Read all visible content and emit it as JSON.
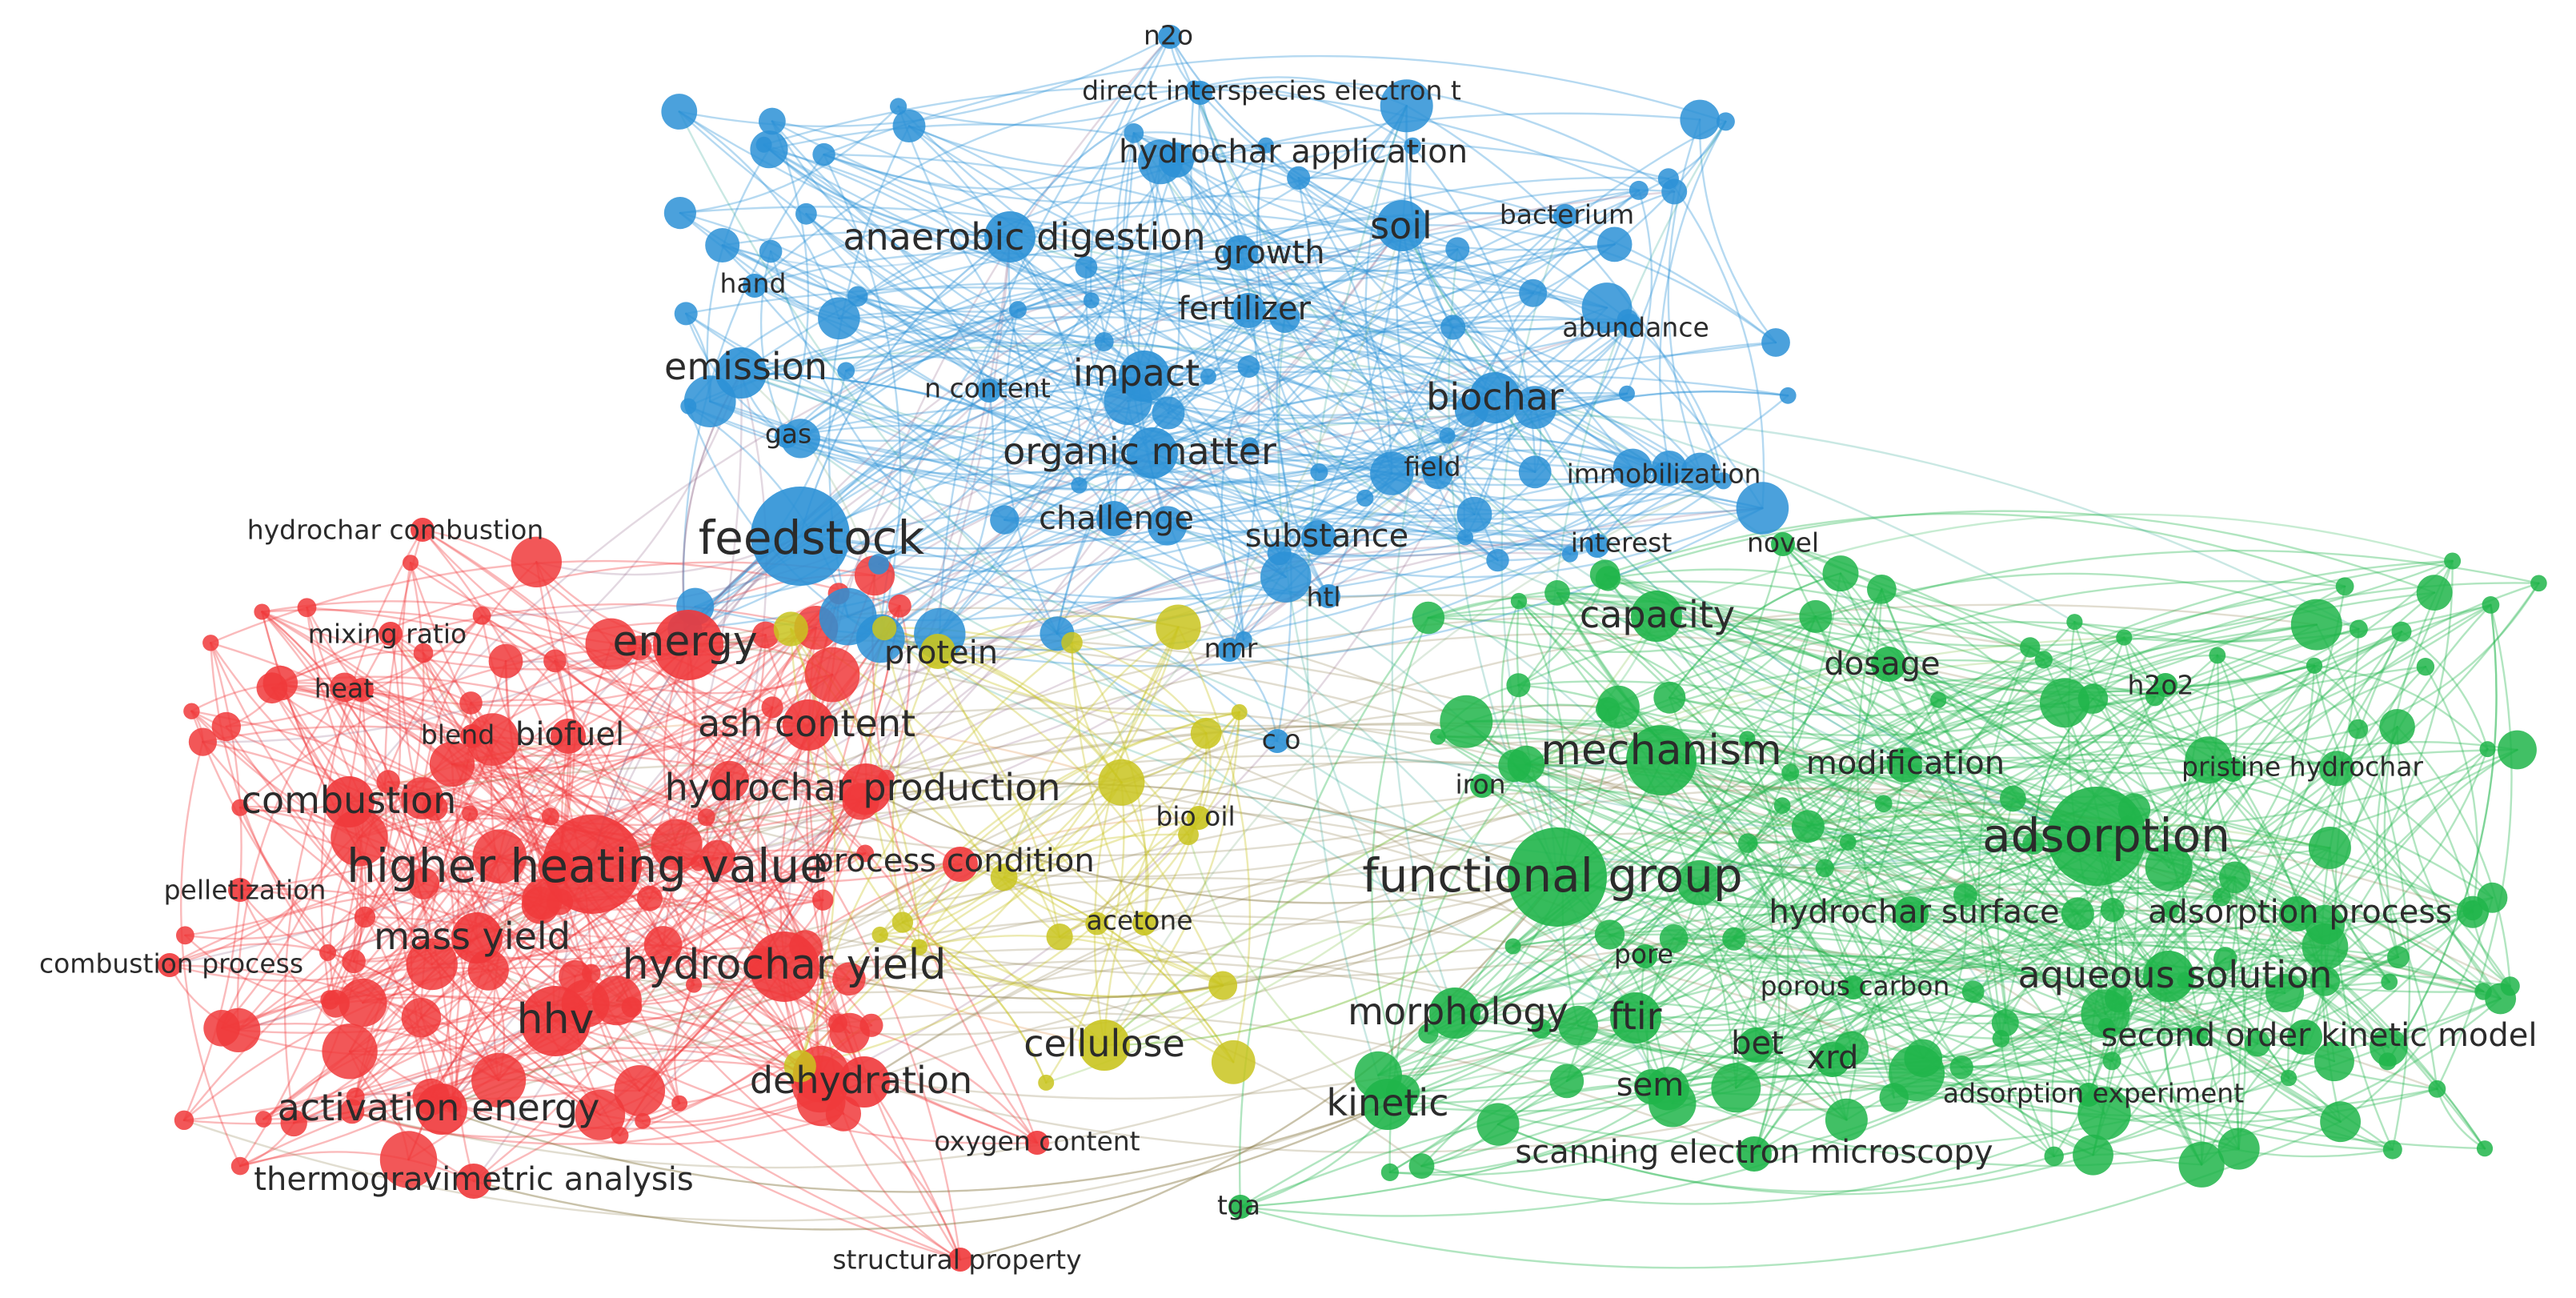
{
  "network": {
    "clusters": [
      {
        "id": "red",
        "color": "#f0393b"
      },
      {
        "id": "green",
        "color": "#20b54a"
      },
      {
        "id": "blue",
        "color": "#2c91d6"
      },
      {
        "id": "yellow",
        "color": "#c9c41f"
      }
    ],
    "keywords": [
      {
        "id": "n2o",
        "label": "n2o",
        "cluster": "blue",
        "weight": 1
      },
      {
        "id": "diet",
        "label": "direct interspecies electron t",
        "cluster": "blue",
        "weight": 1
      },
      {
        "id": "happ",
        "label": "hydrochar application",
        "cluster": "blue",
        "weight": 2
      },
      {
        "id": "bact",
        "label": "bacterium",
        "cluster": "blue",
        "weight": 1
      },
      {
        "id": "anad",
        "label": "anaerobic digestion",
        "cluster": "blue",
        "weight": 3
      },
      {
        "id": "soil",
        "label": "soil",
        "cluster": "blue",
        "weight": 3
      },
      {
        "id": "grow",
        "label": "growth",
        "cluster": "blue",
        "weight": 2
      },
      {
        "id": "hand",
        "label": "hand",
        "cluster": "blue",
        "weight": 1
      },
      {
        "id": "fert",
        "label": "fertilizer",
        "cluster": "blue",
        "weight": 2
      },
      {
        "id": "abun",
        "label": "abundance",
        "cluster": "blue",
        "weight": 1
      },
      {
        "id": "emis",
        "label": "emission",
        "cluster": "blue",
        "weight": 3
      },
      {
        "id": "impa",
        "label": "impact",
        "cluster": "blue",
        "weight": 3
      },
      {
        "id": "ncon",
        "label": "n content",
        "cluster": "blue",
        "weight": 1
      },
      {
        "id": "bioc",
        "label": "biochar",
        "cluster": "blue",
        "weight": 3
      },
      {
        "id": "gas",
        "label": "gas",
        "cluster": "blue",
        "weight": 1
      },
      {
        "id": "orgm",
        "label": "organic matter",
        "cluster": "blue",
        "weight": 3
      },
      {
        "id": "fiel",
        "label": "field",
        "cluster": "blue",
        "weight": 1
      },
      {
        "id": "immo",
        "label": "immobilization",
        "cluster": "blue",
        "weight": 1
      },
      {
        "id": "feed",
        "label": "feedstock",
        "cluster": "blue",
        "weight": 5
      },
      {
        "id": "chal",
        "label": "challenge",
        "cluster": "blue",
        "weight": 2
      },
      {
        "id": "subs",
        "label": "substance",
        "cluster": "blue",
        "weight": 2
      },
      {
        "id": "inte",
        "label": "interest",
        "cluster": "blue",
        "weight": 1
      },
      {
        "id": "htl",
        "label": "htl",
        "cluster": "blue",
        "weight": 1
      },
      {
        "id": "nmr",
        "label": "nmr",
        "cluster": "blue",
        "weight": 1
      },
      {
        "id": "co",
        "label": "c o",
        "cluster": "blue",
        "weight": 1
      },
      {
        "id": "nove",
        "label": "novel",
        "cluster": "green",
        "weight": 1
      },
      {
        "id": "capa",
        "label": "capacity",
        "cluster": "green",
        "weight": 3
      },
      {
        "id": "dosa",
        "label": "dosage",
        "cluster": "green",
        "weight": 2
      },
      {
        "id": "h2o2",
        "label": "h2o2",
        "cluster": "green",
        "weight": 1
      },
      {
        "id": "mech",
        "label": "mechanism",
        "cluster": "green",
        "weight": 4
      },
      {
        "id": "modi",
        "label": "modification",
        "cluster": "green",
        "weight": 2
      },
      {
        "id": "prhy",
        "label": "pristine hydrochar",
        "cluster": "green",
        "weight": 1
      },
      {
        "id": "iron",
        "label": "iron",
        "cluster": "green",
        "weight": 1
      },
      {
        "id": "adso",
        "label": "adsorption",
        "cluster": "green",
        "weight": 5
      },
      {
        "id": "fung",
        "label": "functional group",
        "cluster": "green",
        "weight": 5
      },
      {
        "id": "hsur",
        "label": "hydrochar surface",
        "cluster": "green",
        "weight": 2
      },
      {
        "id": "adpr",
        "label": "adsorption process",
        "cluster": "green",
        "weight": 2
      },
      {
        "id": "pore",
        "label": "pore",
        "cluster": "green",
        "weight": 1
      },
      {
        "id": "aqso",
        "label": "aqueous solution",
        "cluster": "green",
        "weight": 3
      },
      {
        "id": "poca",
        "label": "porous carbon",
        "cluster": "green",
        "weight": 1
      },
      {
        "id": "morp",
        "label": "morphology",
        "cluster": "green",
        "weight": 3
      },
      {
        "id": "ftir",
        "label": "ftir",
        "cluster": "green",
        "weight": 3
      },
      {
        "id": "sokm",
        "label": "second order kinetic model",
        "cluster": "green",
        "weight": 2
      },
      {
        "id": "bet",
        "label": "bet",
        "cluster": "green",
        "weight": 2
      },
      {
        "id": "xrd",
        "label": "xrd",
        "cluster": "green",
        "weight": 2
      },
      {
        "id": "sem",
        "label": "sem",
        "cluster": "green",
        "weight": 2
      },
      {
        "id": "kine",
        "label": "kinetic",
        "cluster": "green",
        "weight": 3
      },
      {
        "id": "adex",
        "label": "adsorption experiment",
        "cluster": "green",
        "weight": 1
      },
      {
        "id": "scem",
        "label": "scanning electron microscopy",
        "cluster": "green",
        "weight": 2
      },
      {
        "id": "tga",
        "label": "tga",
        "cluster": "green",
        "weight": 1
      },
      {
        "id": "hcom",
        "label": "hydrochar combustion",
        "cluster": "red",
        "weight": 1
      },
      {
        "id": "mixr",
        "label": "mixing ratio",
        "cluster": "red",
        "weight": 1
      },
      {
        "id": "heat",
        "label": "heat",
        "cluster": "red",
        "weight": 1
      },
      {
        "id": "ener",
        "label": "energy",
        "cluster": "red",
        "weight": 4
      },
      {
        "id": "blen",
        "label": "blend",
        "cluster": "red",
        "weight": 1
      },
      {
        "id": "biof",
        "label": "biofuel",
        "cluster": "red",
        "weight": 2
      },
      {
        "id": "ashc",
        "label": "ash content",
        "cluster": "red",
        "weight": 3
      },
      {
        "id": "comb",
        "label": "combustion",
        "cluster": "red",
        "weight": 3
      },
      {
        "id": "hpro",
        "label": "hydrochar production",
        "cluster": "red",
        "weight": 3
      },
      {
        "id": "hhva",
        "label": "higher heating value",
        "cluster": "red",
        "weight": 5
      },
      {
        "id": "pcon",
        "label": "process condition",
        "cluster": "red",
        "weight": 2
      },
      {
        "id": "pell",
        "label": "pelletization",
        "cluster": "red",
        "weight": 1
      },
      {
        "id": "masy",
        "label": "mass yield",
        "cluster": "red",
        "weight": 3
      },
      {
        "id": "cpro",
        "label": "combustion process",
        "cluster": "red",
        "weight": 1
      },
      {
        "id": "hyie",
        "label": "hydrochar yield",
        "cluster": "red",
        "weight": 4
      },
      {
        "id": "hhv",
        "label": "hhv",
        "cluster": "red",
        "weight": 4
      },
      {
        "id": "dehy",
        "label": "dehydration",
        "cluster": "red",
        "weight": 3
      },
      {
        "id": "acte",
        "label": "activation energy",
        "cluster": "red",
        "weight": 3
      },
      {
        "id": "oxyc",
        "label": "oxygen content",
        "cluster": "red",
        "weight": 1
      },
      {
        "id": "thga",
        "label": "thermogravimetric analysis",
        "cluster": "red",
        "weight": 2
      },
      {
        "id": "stpr",
        "label": "structural property",
        "cluster": "red",
        "weight": 1
      },
      {
        "id": "prot",
        "label": "protein",
        "cluster": "yellow",
        "weight": 2
      },
      {
        "id": "bioo",
        "label": "bio oil",
        "cluster": "yellow",
        "weight": 1
      },
      {
        "id": "acet",
        "label": "acetone",
        "cluster": "yellow",
        "weight": 1
      },
      {
        "id": "cell",
        "label": "cellulose",
        "cluster": "yellow",
        "weight": 3
      }
    ]
  }
}
